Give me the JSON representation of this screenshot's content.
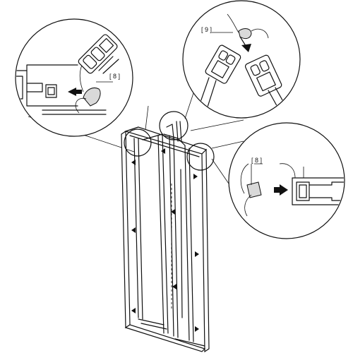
{
  "callouts": {
    "top_left_label": "[ 8 ]",
    "top_right_label": "[ 9 ]",
    "right_label": "[ 8 ]"
  },
  "colors": {
    "line": "#111111",
    "background": "#ffffff",
    "gasket": "#d9d9d9"
  }
}
